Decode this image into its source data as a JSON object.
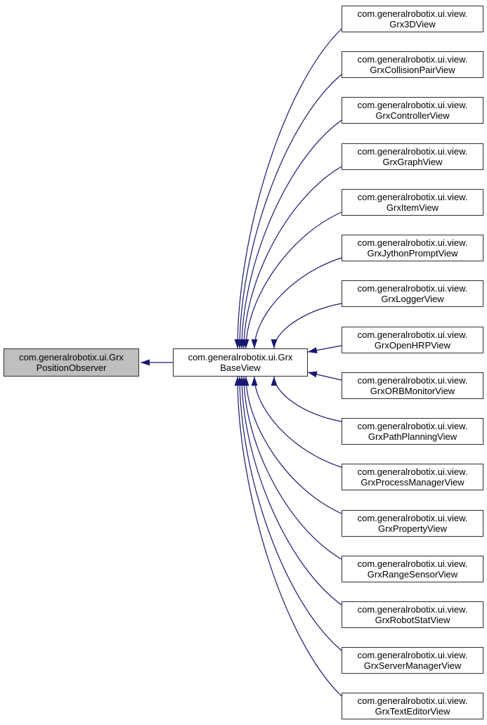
{
  "diagram": {
    "kind": "class-inheritance-graph",
    "root_node": {
      "line1": "com.generalrobotix.ui.Grx",
      "line2": "PositionObserver"
    },
    "base_node": {
      "line1": "com.generalrobotix.ui.Grx",
      "line2": "BaseView"
    },
    "derived_nodes": [
      {
        "line1": "com.generalrobotix.ui.view.",
        "line2": "Grx3DView"
      },
      {
        "line1": "com.generalrobotix.ui.view.",
        "line2": "GrxCollisionPairView"
      },
      {
        "line1": "com.generalrobotix.ui.view.",
        "line2": "GrxControllerView"
      },
      {
        "line1": "com.generalrobotix.ui.view.",
        "line2": "GrxGraphView"
      },
      {
        "line1": "com.generalrobotix.ui.view.",
        "line2": "GrxItemView"
      },
      {
        "line1": "com.generalrobotix.ui.view.",
        "line2": "GrxJythonPromptView"
      },
      {
        "line1": "com.generalrobotix.ui.view.",
        "line2": "GrxLoggerView"
      },
      {
        "line1": "com.generalrobotix.ui.view.",
        "line2": "GrxOpenHRPView"
      },
      {
        "line1": "com.generalrobotix.ui.view.",
        "line2": "GrxORBMonitorView"
      },
      {
        "line1": "com.generalrobotix.ui.view.",
        "line2": "GrxPathPlanningView"
      },
      {
        "line1": "com.generalrobotix.ui.view.",
        "line2": "GrxProcessManagerView"
      },
      {
        "line1": "com.generalrobotix.ui.view.",
        "line2": "GrxPropertyView"
      },
      {
        "line1": "com.generalrobotix.ui.view.",
        "line2": "GrxRangeSensorView"
      },
      {
        "line1": "com.generalrobotix.ui.view.",
        "line2": "GrxRobotStatView"
      },
      {
        "line1": "com.generalrobotix.ui.view.",
        "line2": "GrxServerManagerView"
      },
      {
        "line1": "com.generalrobotix.ui.view.",
        "line2": "GrxTextEditorView"
      }
    ],
    "colors": {
      "edge": "#191970",
      "node_fill": "#ffffff",
      "node_border": "#2e2e2e",
      "selected_node_fill": "#bfbfbf",
      "text": "#000000",
      "background": "#ffffff"
    }
  }
}
